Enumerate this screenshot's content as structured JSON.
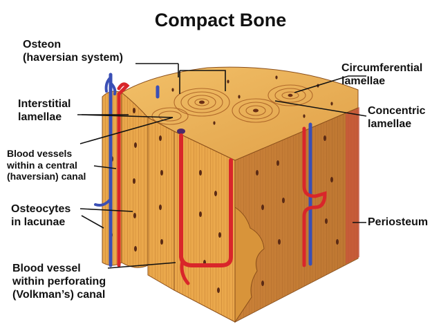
{
  "title": "Compact Bone",
  "labels": {
    "osteon": [
      "Osteon",
      "(haversian system)"
    ],
    "interstitial": [
      "Interstitial",
      "lamellae"
    ],
    "vessels_central": [
      "Blood vessels",
      "within a central",
      "(haversian) canal"
    ],
    "osteocytes": [
      "Osteocytes",
      "in lacunae"
    ],
    "vessel_perforating": [
      "Blood vessel",
      "within perforating",
      "(Volkman’s) canal"
    ],
    "circumferential": [
      "Circumferential",
      "lamellae"
    ],
    "concentric": [
      "Concentric",
      "lamellae"
    ],
    "periosteum": [
      "Periosteum"
    ]
  },
  "colors": {
    "bone_light": "#f0b85a",
    "bone_mid": "#d9963c",
    "bone_dark": "#b8732a",
    "bone_shadow": "#9a5a1e",
    "artery": "#d9262a",
    "vein": "#3a4fb5",
    "periosteum": "#c9503a",
    "lacuna": "#5a2a14"
  }
}
